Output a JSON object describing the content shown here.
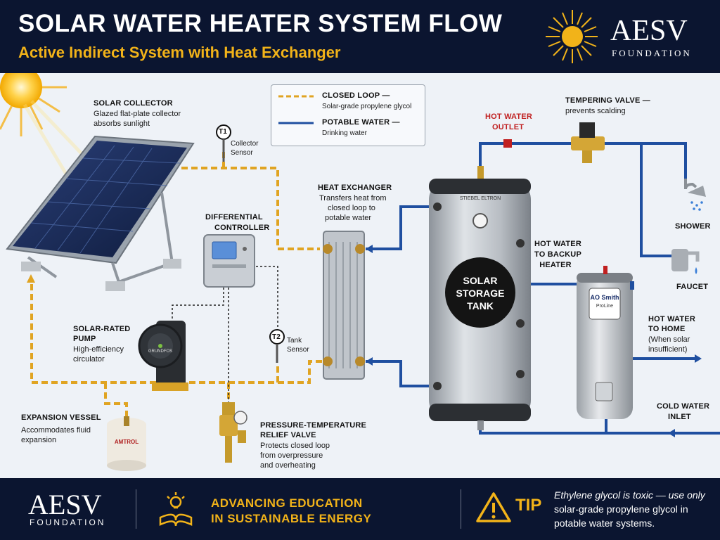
{
  "header": {
    "title": "SOLAR WATER HEATER SYSTEM FLOW",
    "subtitle": "Active Indirect System with Heat Exchanger",
    "logo_name": "AESV",
    "logo_sub": "FOUNDATION"
  },
  "legend": {
    "closed_loop_title": "CLOSED LOOP —",
    "closed_loop_desc": "Solar-grade propylene glycol",
    "potable_title": "POTABLE WATER —",
    "potable_desc": "Drinking water"
  },
  "labels": {
    "solar_collector": {
      "title": "SOLAR COLLECTOR",
      "desc1": "Glazed flat-plate collector",
      "desc2": "absorbs sunlight"
    },
    "sensor_t1": {
      "badge": "T1",
      "desc1": "Collector",
      "desc2": "Sensor"
    },
    "controller": {
      "line1": "DIFFERENTIAL",
      "line2": "CONTROLLER"
    },
    "heat_exchanger": {
      "title": "HEAT EXCHANGER",
      "desc1": "Transfers heat from",
      "desc2": "closed loop to",
      "desc3": "potable water"
    },
    "pump": {
      "title1": "SOLAR-RATED",
      "title2": "PUMP",
      "desc1": "High-efficiency",
      "desc2": "circulator"
    },
    "sensor_t2": {
      "badge": "T2",
      "desc1": "Tank",
      "desc2": "Sensor"
    },
    "expansion": {
      "title": "EXPANSION VESSEL",
      "desc1": "Accommodates fluid",
      "desc2": "expansion"
    },
    "relief_valve": {
      "title": "PRESSURE-TEMPERATURE",
      "title2": "RELIEF VALVE",
      "desc1": "Protects closed loop",
      "desc2": "from overpressure",
      "desc3": "and overheating"
    },
    "hot_outlet": {
      "line1": "HOT WATER",
      "line2": "OUTLET"
    },
    "tempering": {
      "title": "TEMPERING VALVE —",
      "desc": "prevents scalding"
    },
    "tank": {
      "line1": "SOLAR",
      "line2": "STORAGE",
      "line3": "TANK",
      "brand": "STIEBEL ELTRON"
    },
    "backup": {
      "line1": "HOT WATER",
      "line2": "TO BACKUP",
      "line3": "HEATER"
    },
    "shower": "SHOWER",
    "faucet": "FAUCET",
    "to_home": {
      "line1": "HOT WATER",
      "line2": "TO HOME",
      "desc1": "(When solar",
      "desc2": "insufficient)"
    },
    "cold_inlet": {
      "line1": "COLD WATER",
      "line2": "INLET"
    },
    "backup_heater_brand": {
      "line1": "AO Smith",
      "line2": "ProLine"
    },
    "vessel_brand": "AMTROL",
    "pump_brand": "GRUNDFOS"
  },
  "footer": {
    "logo_name": "AESV",
    "logo_sub": "FOUNDATION",
    "mission1": "ADVANCING EDUCATION",
    "mission2": "IN SUSTAINABLE ENERGY",
    "tip_label": "TIP",
    "tip1": "Ethylene glycol is toxic — use only",
    "tip2": "solar-grade propylene glycol in",
    "tip3": "potable water systems."
  },
  "colors": {
    "navy": "#0b1530",
    "gold": "#f2b319",
    "closed_loop": "#e0a422",
    "potable": "#1f4fa0",
    "hot_red": "#c02020"
  }
}
